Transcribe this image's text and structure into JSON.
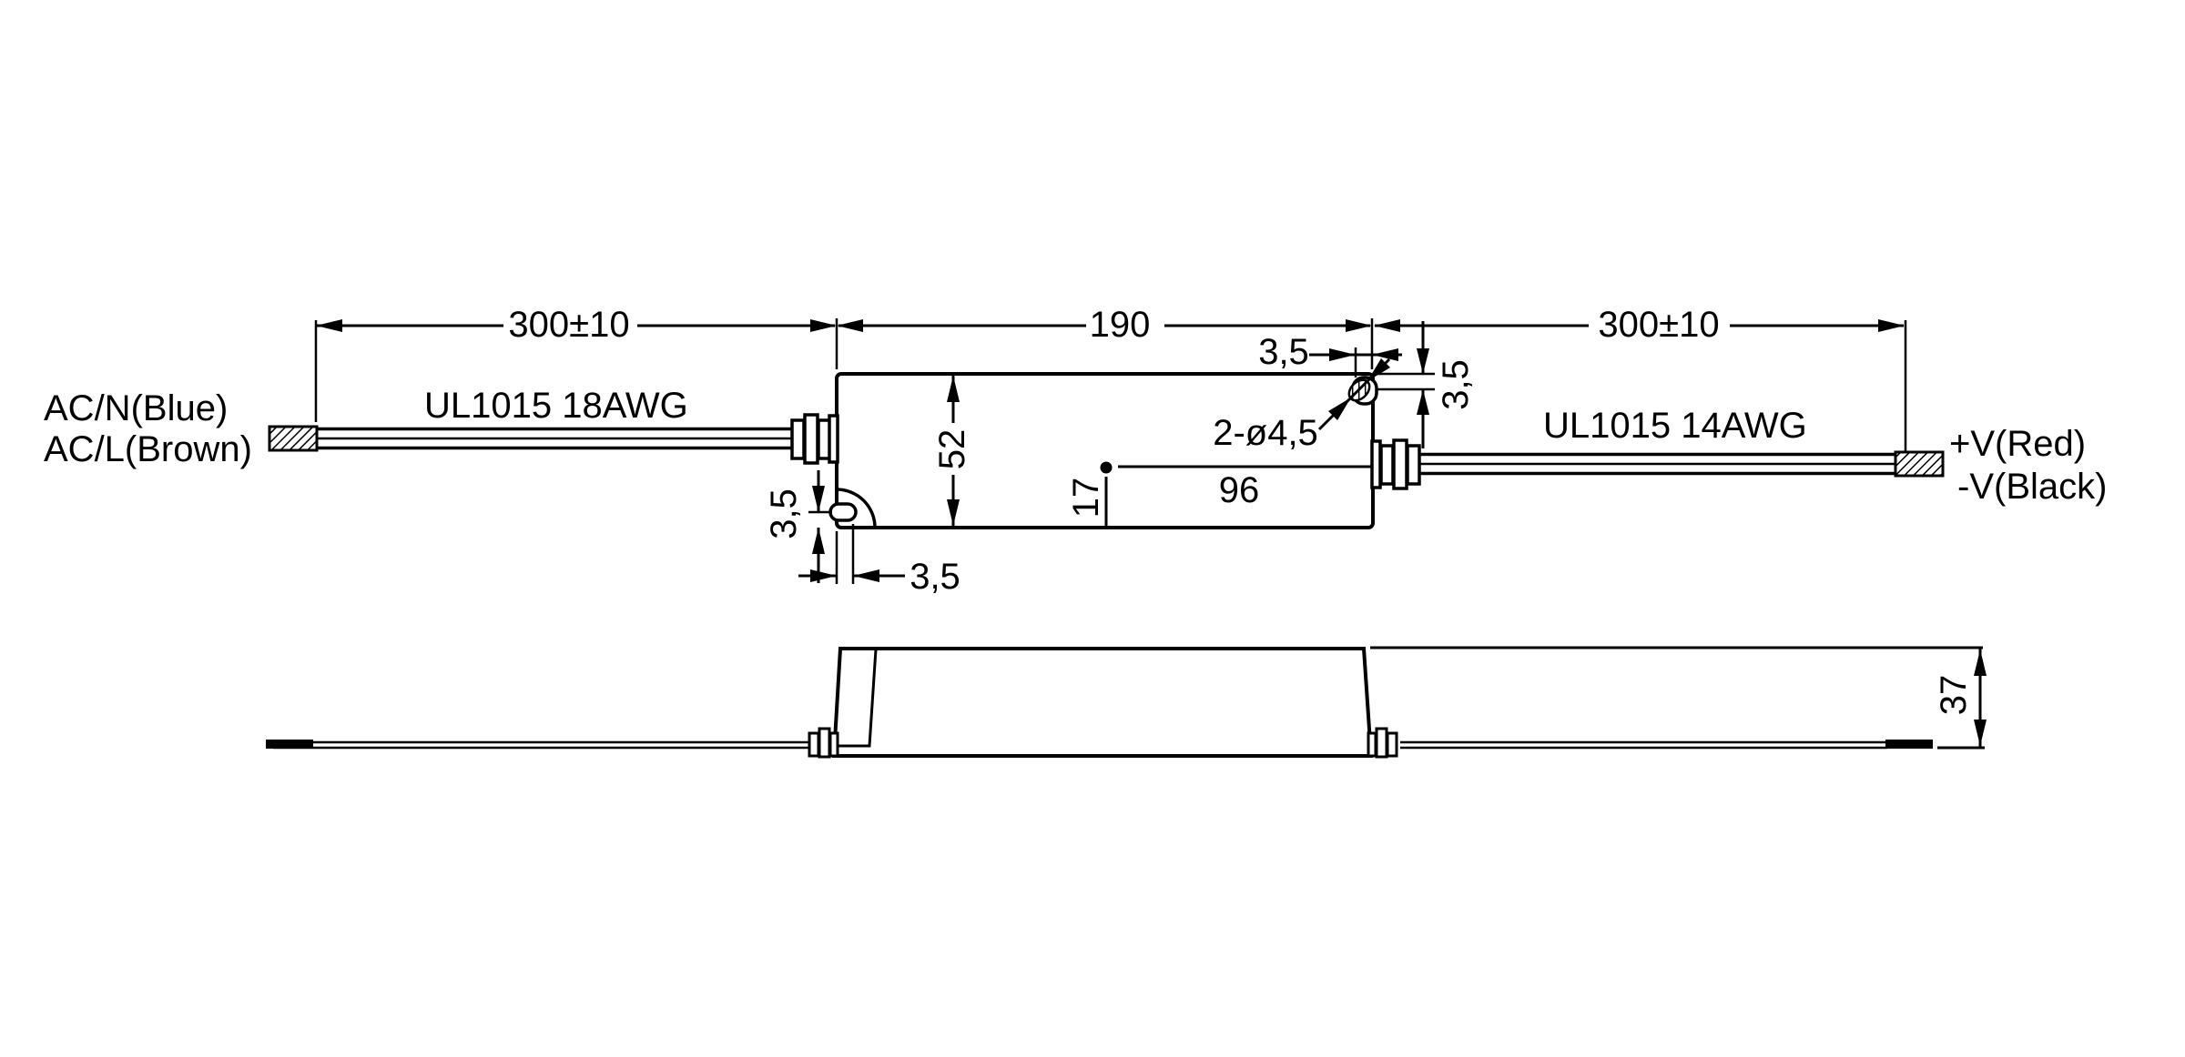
{
  "colors": {
    "background": "#ffffff",
    "line": "#000000"
  },
  "top_view": {
    "input": {
      "neutral_label": "AC/N(Blue)",
      "line_label": "AC/L(Brown)",
      "wire_spec": "UL1015 18AWG",
      "wire_length_dim": "300±10"
    },
    "output": {
      "positive_label": "+V(Red)",
      "negative_label": "-V(Black)",
      "wire_spec": "UL1015 14AWG",
      "wire_length_dim": "300±10"
    },
    "dims": {
      "body_length": "190",
      "body_width": "52",
      "mounting_hole_spec": "2-ø4,5",
      "hole_offset_from_right": "96",
      "hole_offset_from_bottom": "17",
      "slot_top_depth": "3,5",
      "slot_top_offset": "3,5",
      "slot_bottom_offset": "3,5",
      "slot_bottom_depth": "3,5"
    }
  },
  "side_view": {
    "dims": {
      "body_height": "37"
    }
  }
}
